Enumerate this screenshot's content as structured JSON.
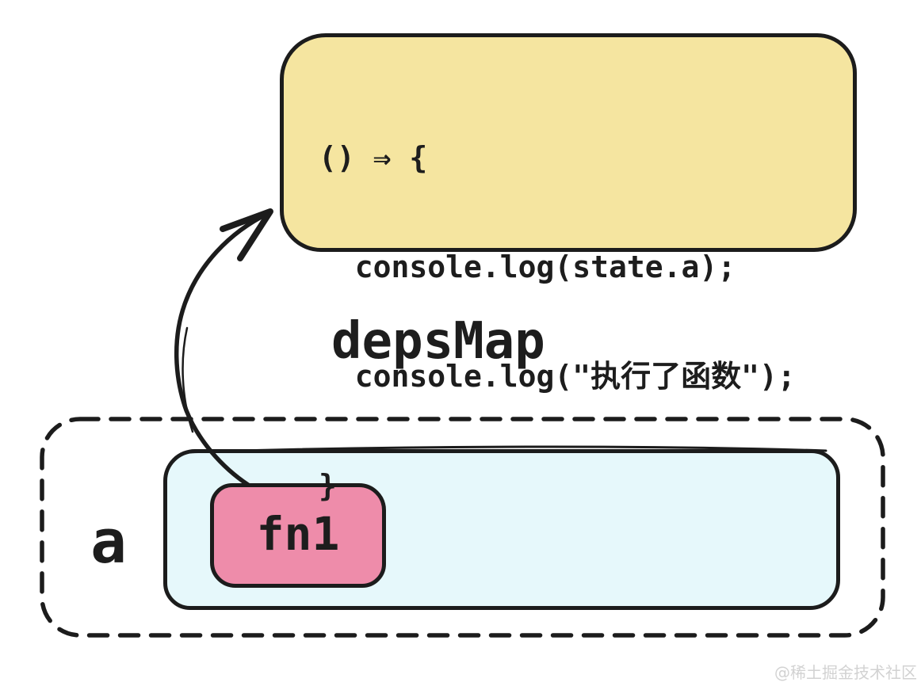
{
  "colors": {
    "stroke": "#1c1c1c",
    "code_box_fill": "#f5e5a0",
    "dep_set_fill": "#e6f8fb",
    "effect_node_fill": "#ee8caa",
    "text": "#1d1d1d",
    "watermark": "#d2d2d2"
  },
  "code_box": {
    "lines": [
      "() ⇒ {",
      "  console.log(state.a);",
      "  console.log(\"执行了函数\");",
      "}"
    ]
  },
  "labels": {
    "deps_map": "depsMap",
    "map_key": "a",
    "effect_fn": "fn1"
  },
  "watermark": "@稀土掘金技术社区"
}
